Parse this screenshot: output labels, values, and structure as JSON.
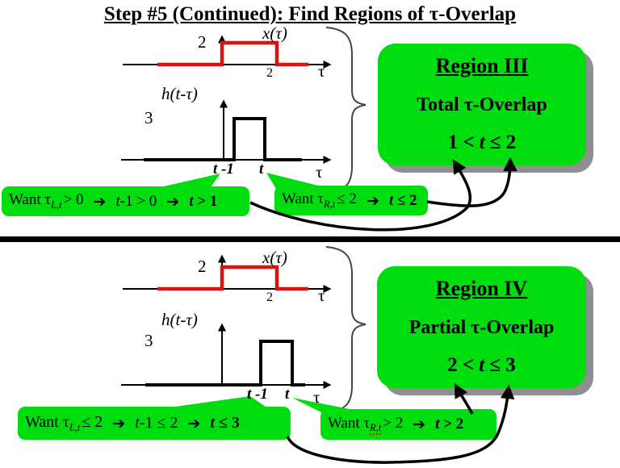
{
  "title": "Step #5 (Continued): Find Regions of τ-Overlap",
  "colors": {
    "accent_green": "#00dd0e",
    "signal_red": "#d81412",
    "shadow_gray": "#8f8f8f"
  },
  "panels": {
    "top": {
      "x_plot": {
        "label": "x(τ)",
        "amplitude": "2",
        "tick": "2",
        "axis": "τ"
      },
      "h_plot": {
        "label": "h(t-τ)",
        "amplitude": "3",
        "left_tick": "t -1",
        "right_tick": "t",
        "axis": "τ"
      },
      "region_box": {
        "title": "Region III",
        "overlap": "Total τ-Overlap",
        "range_pre": "1 <",
        "range_var": "t",
        "range_post": "≤ 2"
      },
      "left_callout": {
        "prefix": "Want τ",
        "sub": "L,t",
        "cond": "> 0",
        "arrow1": "➔",
        "mid_var": "t",
        "mid_rest": "-1 > 0",
        "arrow2": "➔",
        "end_var": "t",
        "end_rest": " > 1"
      },
      "right_callout": {
        "prefix": "Want τ",
        "sub": "R,t",
        "cond": "≤ 2",
        "arrow": "➔",
        "end_var": "t",
        "end_rest": " ≤ 2"
      }
    },
    "bottom": {
      "x_plot": {
        "label": "x(τ)",
        "amplitude": "2",
        "tick": "2",
        "axis": "τ"
      },
      "h_plot": {
        "label": "h(t-τ)",
        "amplitude": "3",
        "left_tick": "t -1",
        "right_tick": "t",
        "axis": "τ"
      },
      "region_box": {
        "title": "Region IV",
        "overlap": "Partial τ-Overlap",
        "range_pre": "2 <",
        "range_var": "t",
        "range_post": "≤ 3"
      },
      "left_callout": {
        "prefix": "Want τ",
        "sub": "L,t",
        "cond": "≤ 2",
        "arrow1": "➔",
        "mid_var": "t",
        "mid_rest": "-1 ≤ 2",
        "arrow2": "➔",
        "end_var": "t",
        "end_rest": " ≤ 3"
      },
      "right_callout": {
        "prefix": "Want τ",
        "sub": "R,t",
        "cond": "> 2",
        "arrow": "➔",
        "end_var": "t",
        "end_rest": " > 2"
      }
    }
  }
}
